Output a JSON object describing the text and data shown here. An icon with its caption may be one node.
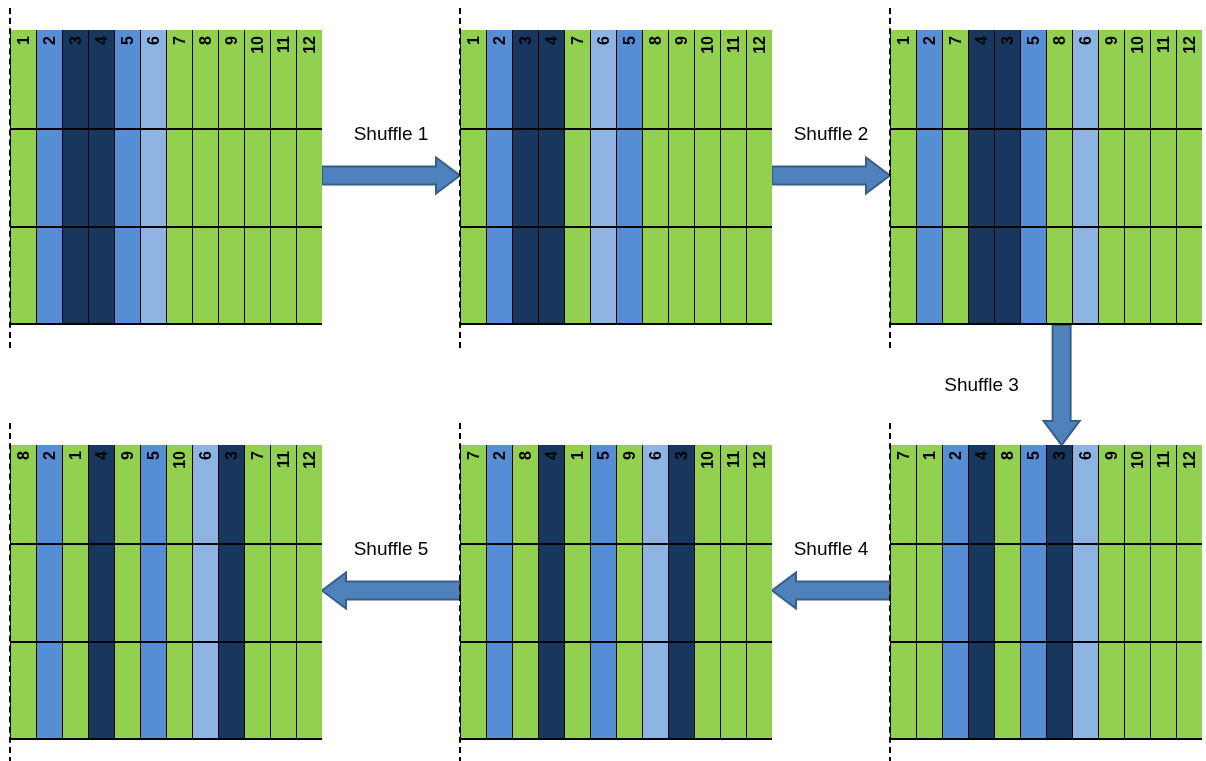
{
  "diagram": {
    "nodes": [
      {
        "text": [
          "1",
          "2",
          "3",
          "4",
          "5",
          "6",
          "7",
          "8",
          "9",
          "10",
          "11",
          "12"
        ]
      },
      {
        "text": [
          "1",
          "2",
          "3",
          "4",
          "7",
          "6",
          "5",
          "8",
          "9",
          "10",
          "11",
          "12"
        ]
      },
      {
        "text": [
          "1",
          "2",
          "7",
          "4",
          "3",
          "5",
          "8",
          "6",
          "9",
          "10",
          "11",
          "12"
        ]
      },
      {
        "text": [
          "7",
          "1",
          "2",
          "4",
          "8",
          "5",
          "3",
          "6",
          "9",
          "10",
          "11",
          "12"
        ]
      },
      {
        "text": [
          "7",
          "2",
          "8",
          "4",
          "1",
          "5",
          "9",
          "6",
          "3",
          "10",
          "11",
          "12"
        ]
      },
      {
        "text": [
          "8",
          "2",
          "1",
          "4",
          "9",
          "5",
          "10",
          "6",
          "3",
          "7",
          "11",
          "12"
        ]
      }
    ],
    "edges": [
      {
        "from": 0,
        "to": 1,
        "arrow": "to",
        "label": "Shuffle 1"
      },
      {
        "from": 1,
        "to": 2,
        "arrow": "to",
        "label": "Shuffle 2"
      },
      {
        "from": 2,
        "to": 3,
        "arrow": "to",
        "label": "Shuffle 3"
      },
      {
        "from": 3,
        "to": 4,
        "arrow": "to",
        "label": "Shuffle 4"
      },
      {
        "from": 4,
        "to": 5,
        "arrow": "to",
        "label": "Shuffle 5"
      }
    ]
  }
}
